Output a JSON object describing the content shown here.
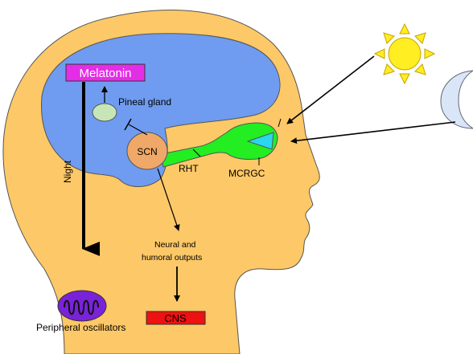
{
  "labels": {
    "melatonin": "Melatonin",
    "pineal_gland": "Pineal gland",
    "night": "Night",
    "scn": "SCN",
    "rht": "RHT",
    "mcrgc": "MCRGC",
    "neural_outputs_line1": "Neural and",
    "neural_outputs_line2": "humoral outputs",
    "cns": "CNS",
    "peripheral_oscillators": "Peripheral oscillators"
  },
  "colors": {
    "head": "#fdc867",
    "brain": "#6f9cf0",
    "melatonin_box": "#e42de6",
    "pineal": "#c7e6b8",
    "scn": "#f0a868",
    "retina_tract": "#22ee22",
    "eye": "#29d7ee",
    "cns_box": "#ee1111",
    "oscillator": "#7a22d8",
    "sun": "#ffee22",
    "moon": "#d8e6f7"
  },
  "icons": [
    "sun-icon",
    "moon-icon",
    "oscillator-wave-icon"
  ]
}
